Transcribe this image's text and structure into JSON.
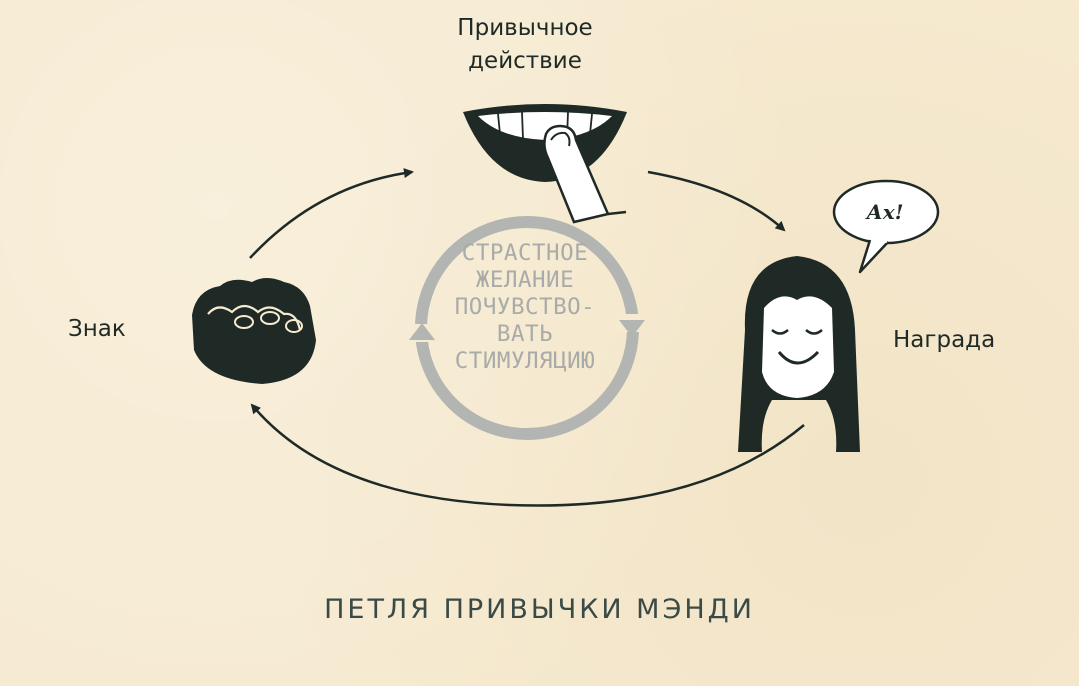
{
  "nodes": {
    "action_line1": "Привычное",
    "action_line2": "действие",
    "cue": "Знак",
    "reward": "Награда"
  },
  "center": {
    "line1": "СТРАСТНОЕ",
    "line2": "ЖЕЛАНИЕ",
    "line3": "ПОЧУВСТВО-",
    "line4": "ВАТЬ",
    "line5": "СТИМУЛЯЦИЮ"
  },
  "speech_bubble": "Ах!",
  "title": "ПЕТЛЯ ПРИВЫЧКИ МЭНДИ",
  "colors": {
    "background": "#f6ead0",
    "ink": "#1f2a27",
    "cycle_ring": "#b3b5b2",
    "title": "#3a4a46"
  },
  "icons": {
    "action": "mouth-biting-nail-icon",
    "cue": "clenched-fist-icon",
    "reward": "smiling-woman-icon",
    "craving": "circular-arrows-icon"
  }
}
